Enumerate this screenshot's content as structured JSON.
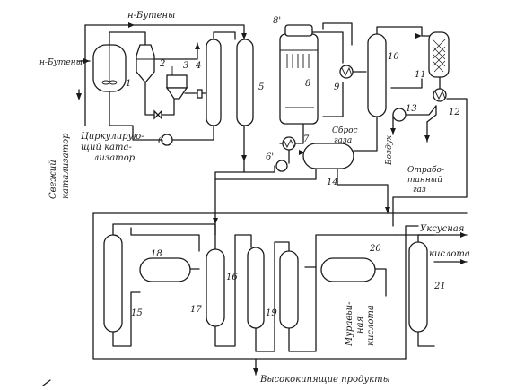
{
  "labels": {
    "n_butenes_top": "н-Бутены",
    "n_butenes_left": "н-Бутены",
    "circ_catalyst_1": "Циркулирую-",
    "circ_catalyst_2": "щий ката-",
    "circ_catalyst_3": "лизатор",
    "fresh_catalyst_1": "Свежий",
    "fresh_catalyst_2": "катализатор",
    "gas_discharge_1": "Сброс",
    "gas_discharge_2": "газа",
    "air": "Воздух",
    "spent_gas_1": "Отрабо-",
    "spent_gas_2": "танный",
    "spent_gas_3": "газ",
    "acetic_acid_1": "Уксусная",
    "acetic_acid_2": "кислота",
    "formic_acid_1": "Муравьи-",
    "formic_acid_2": "ная",
    "formic_acid_3": "кислота",
    "high_boiling": "Высококипящие продукты"
  },
  "equipment_numbers": {
    "n1": "1",
    "n2": "2",
    "n3": "3",
    "n4": "4",
    "n5": "5",
    "n6": "6",
    "n6p": "6'",
    "n7": "7",
    "n8": "8",
    "n8p": "8'",
    "n9": "9",
    "n10": "10",
    "n11": "11",
    "n12": "12",
    "n13": "13",
    "n14": "14",
    "n15": "15",
    "n16": "16",
    "n17": "17",
    "n18": "18",
    "n19": "19",
    "n20": "20",
    "n21": "21"
  }
}
